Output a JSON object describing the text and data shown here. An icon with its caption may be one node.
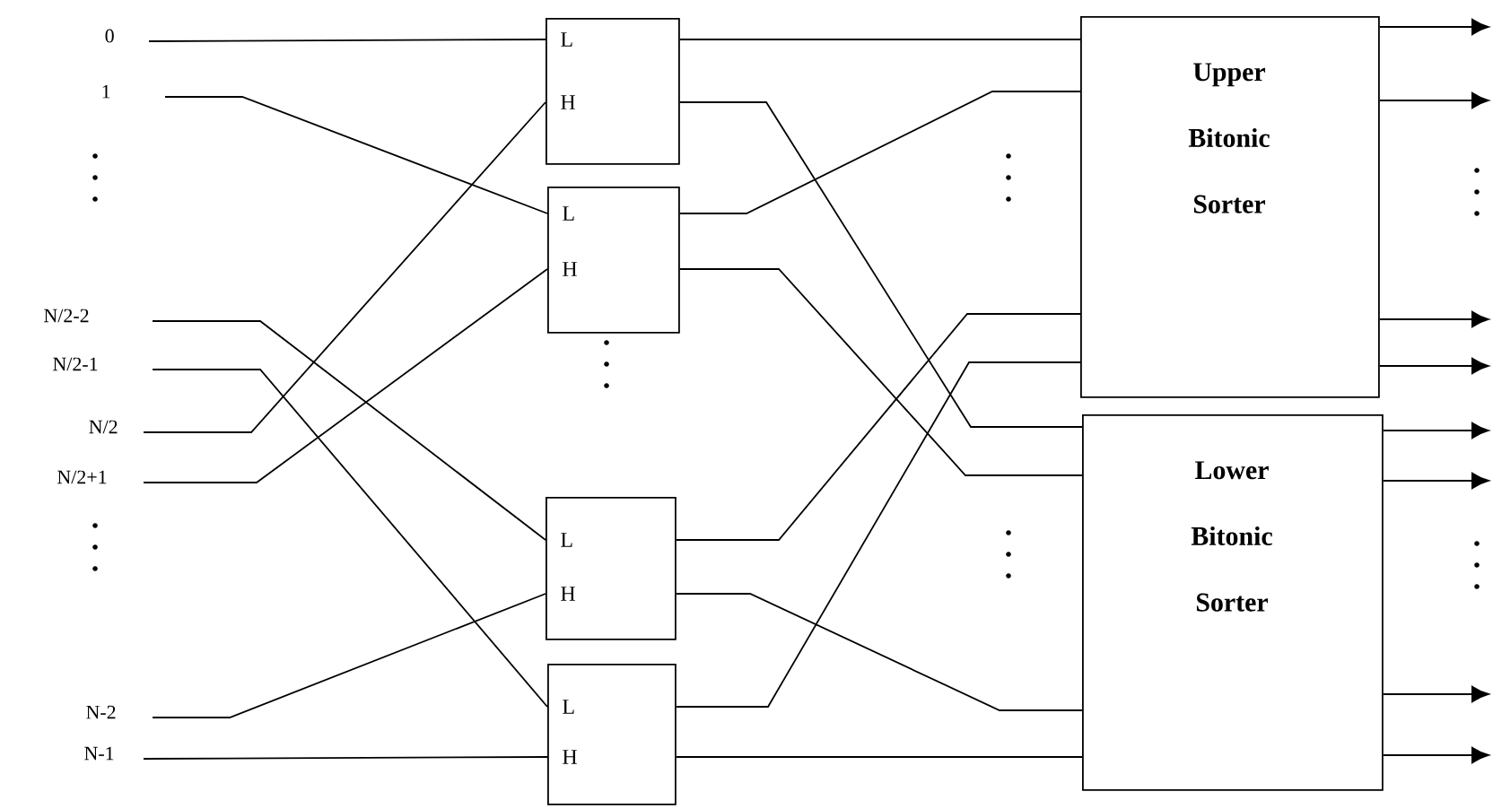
{
  "diagram": {
    "nodes": [
      {
        "text": [
          "0"
        ]
      },
      {
        "text": [
          "1"
        ]
      },
      {
        "text": [
          "N/2-2"
        ]
      },
      {
        "text": [
          "N/2-1"
        ]
      },
      {
        "text": [
          "N/2"
        ]
      },
      {
        "text": [
          "N/2+1"
        ]
      },
      {
        "text": [
          "N-2"
        ]
      },
      {
        "text": [
          "N-1"
        ]
      },
      {
        "text": [
          "L",
          "H"
        ]
      },
      {
        "text": [
          "L",
          "H"
        ]
      },
      {
        "text": [
          "L",
          "H"
        ]
      },
      {
        "text": [
          "L",
          "H"
        ]
      },
      {
        "text": [
          "Upper Bitonic Sorter"
        ]
      },
      {
        "text": [
          "Lower Bitonic Sorter"
        ]
      }
    ],
    "edges": [
      {
        "from": 0,
        "to": 8,
        "arrow": "none"
      },
      {
        "from": 1,
        "to": 9,
        "arrow": "none"
      },
      {
        "from": 2,
        "to": 10,
        "arrow": "none"
      },
      {
        "from": 3,
        "to": 11,
        "arrow": "none"
      },
      {
        "from": 4,
        "to": 8,
        "arrow": "none"
      },
      {
        "from": 5,
        "to": 9,
        "arrow": "none"
      },
      {
        "from": 6,
        "to": 10,
        "arrow": "none"
      },
      {
        "from": 7,
        "to": 11,
        "arrow": "none"
      },
      {
        "from": 8,
        "to": 12,
        "arrow": "none"
      },
      {
        "from": 8,
        "to": 13,
        "arrow": "none"
      },
      {
        "from": 9,
        "to": 12,
        "arrow": "none"
      },
      {
        "from": 9,
        "to": 13,
        "arrow": "none"
      },
      {
        "from": 10,
        "to": 12,
        "arrow": "none"
      },
      {
        "from": 10,
        "to": 13,
        "arrow": "none"
      },
      {
        "from": 11,
        "to": 12,
        "arrow": "none"
      },
      {
        "from": 11,
        "to": 13,
        "arrow": "none"
      },
      {
        "from": 12,
        "to": null,
        "arrow": "to"
      },
      {
        "from": 12,
        "to": null,
        "arrow": "to"
      },
      {
        "from": 12,
        "to": null,
        "arrow": "to"
      },
      {
        "from": 12,
        "to": null,
        "arrow": "to"
      },
      {
        "from": 13,
        "to": null,
        "arrow": "to"
      },
      {
        "from": 13,
        "to": null,
        "arrow": "to"
      },
      {
        "from": 13,
        "to": null,
        "arrow": "to"
      },
      {
        "from": 13,
        "to": null,
        "arrow": "to"
      }
    ]
  }
}
